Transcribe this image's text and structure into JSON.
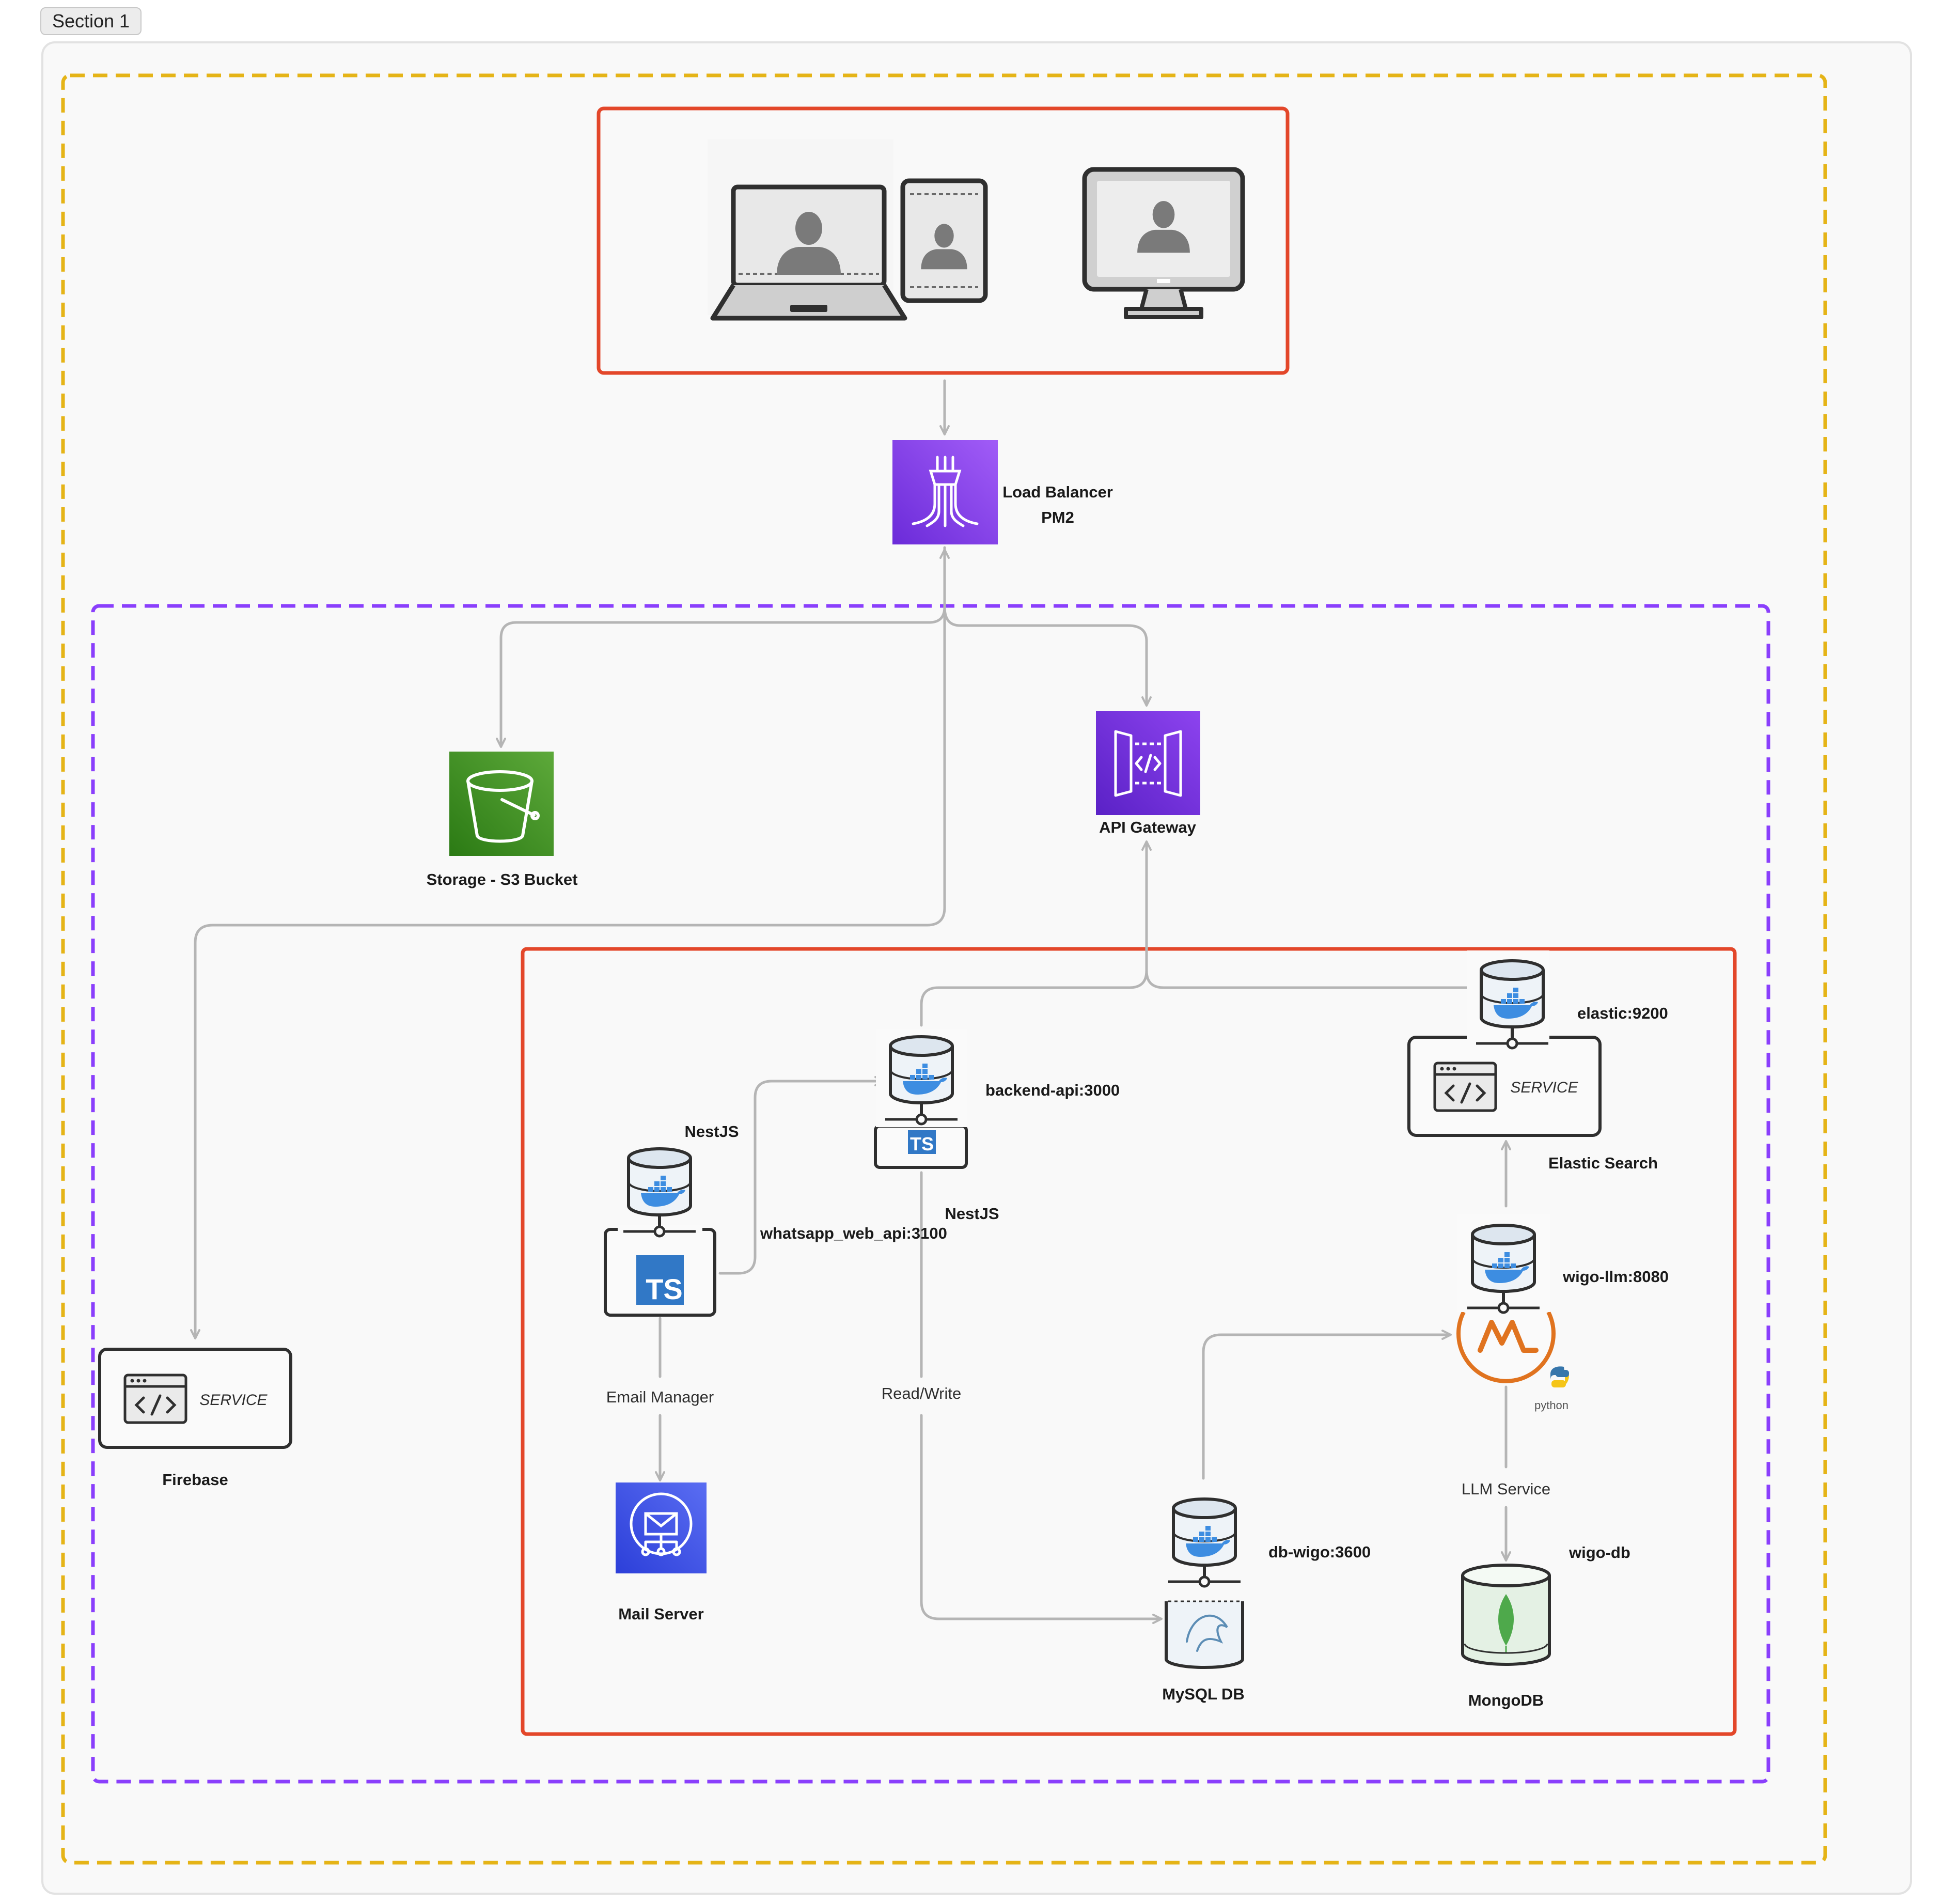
{
  "section": {
    "label": "Section 1"
  },
  "colors": {
    "yellow_border": "#e5b417",
    "purple_border": "#8a3ffc",
    "red_border": "#e3472a",
    "connector": "#b5b5b5",
    "lb_gradient": [
      "#a15cf7",
      "#6b2bd9"
    ],
    "api_gradient": [
      "#8d43ef",
      "#5a21c6"
    ],
    "s3_gradient": [
      "#5da93a",
      "#2b7a14"
    ],
    "mail_gradient": [
      "#5a6df2",
      "#2c3fd9"
    ],
    "docker_blue": "#3d8de1",
    "ts_blue": "#3178c6",
    "mongo_green": "#4ea94b",
    "ollama_orange": "#e0731f"
  },
  "clients": {
    "devices": [
      {
        "name": "laptop-icon"
      },
      {
        "name": "tablet-icon"
      },
      {
        "name": "desktop-monitor-icon"
      }
    ]
  },
  "load_balancer": {
    "line1": "Load Balancer",
    "line2": "PM2"
  },
  "storage": {
    "label": "Storage - S3 Bucket"
  },
  "api_gateway": {
    "label": "API Gateway"
  },
  "firebase": {
    "service_text": "SERVICE",
    "label": "Firebase"
  },
  "elastic": {
    "container_label": "elastic:9200",
    "service_text": "SERVICE",
    "label": "Elastic Search"
  },
  "backend": {
    "container_label": "backend-api:3000",
    "framework": "NestJS",
    "badge": "TS"
  },
  "whatsapp": {
    "container_label": "whatsapp_web_api:3100",
    "framework": "NestJS",
    "badge": "TS"
  },
  "email_manager": {
    "label": "Email Manager"
  },
  "mail_server": {
    "label": "Mail Server"
  },
  "read_write": {
    "label": "Read/Write"
  },
  "llm": {
    "container_label": "wigo-llm:8080",
    "python_text": "python",
    "service_label": "LLM Service"
  },
  "mysql": {
    "container_label": "db-wigo:3600",
    "label": "MySQL DB"
  },
  "mongo": {
    "container_label": "wigo-db",
    "label": "MongoDB"
  }
}
